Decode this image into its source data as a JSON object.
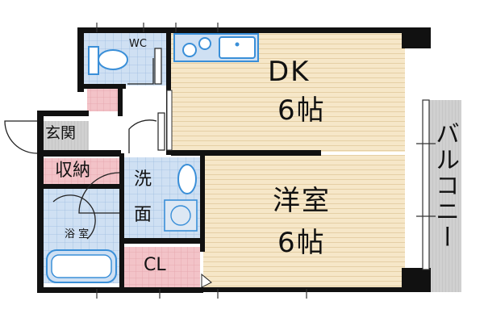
{
  "rooms": {
    "dk": {
      "name": "DK",
      "size": "6帖"
    },
    "western": {
      "name": "洋室",
      "size": "6帖"
    },
    "wc": "WC",
    "entrance": "玄関",
    "storage": "収納",
    "washroom": {
      "l1": "洗",
      "l2": "面"
    },
    "bath": "浴 室",
    "closet": "CL",
    "balcony": "バルコニー"
  },
  "colors": {
    "wall": "#111111",
    "floor_wood": "#f6e7c8",
    "floor_stripe": "#e5cfa5",
    "tile_blue": "#cfe0f3",
    "tile_line": "#9dbce0",
    "storage_pink": "#f3c3c8",
    "fixture_blue": "#3a8fd8",
    "balcony_gray": "#d0d0d0"
  }
}
